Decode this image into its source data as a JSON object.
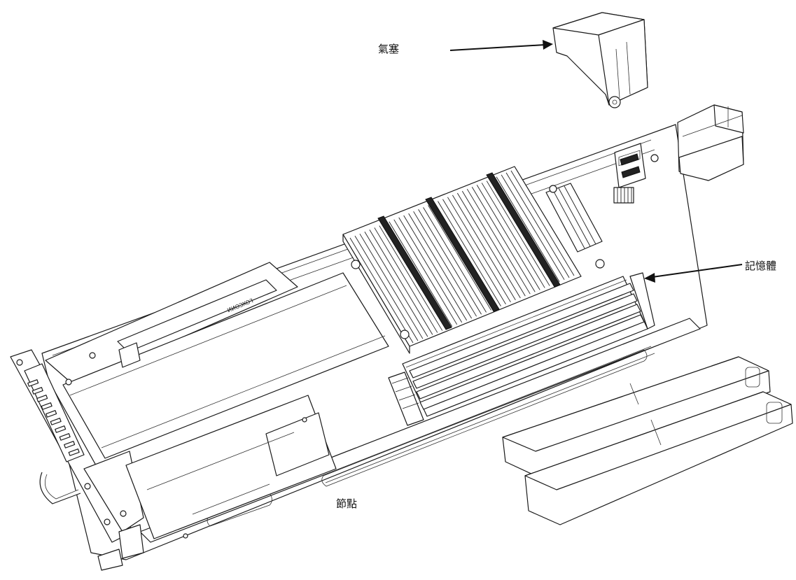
{
  "labels": {
    "air_baffle": "氣塞",
    "memory": "記憶體",
    "node": "節點"
  },
  "pcb_marking": "FOXCONN"
}
